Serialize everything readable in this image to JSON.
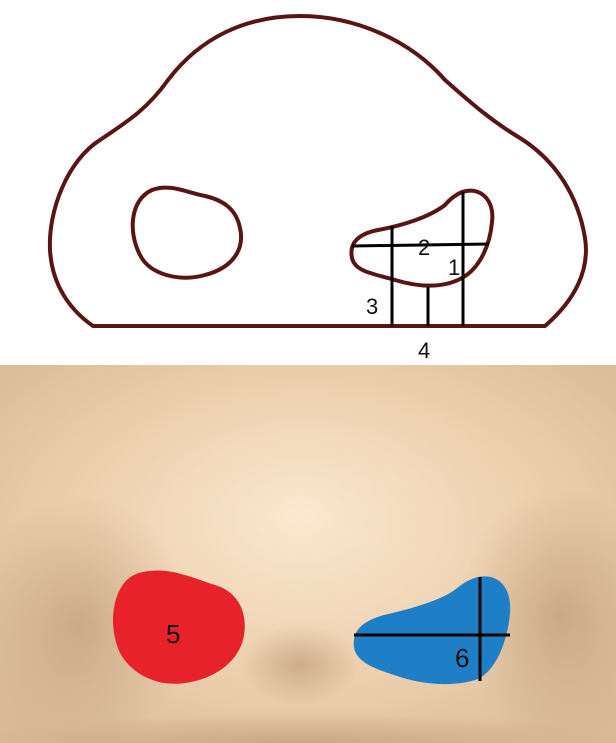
{
  "diagram": {
    "labels": {
      "l1": "1",
      "l2": "2",
      "l3": "3",
      "l4": "4"
    },
    "colors": {
      "outline": "#5a1414",
      "lines": "#000000"
    }
  },
  "photo": {
    "labels": {
      "l5": "5",
      "l6": "6"
    },
    "colors": {
      "left_nostril_fill": "#e8222a",
      "right_nostril_fill": "#1f7fc6",
      "skin": "#f0d6b6"
    }
  }
}
